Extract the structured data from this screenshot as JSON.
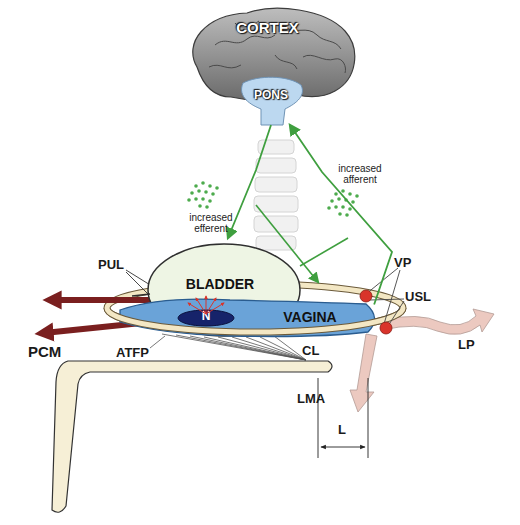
{
  "diagram": {
    "nodes": [
      {
        "text": [
          "CORTEX"
        ]
      },
      {
        "text": [
          "PONS"
        ],
        "in": 0
      },
      {
        "text": [
          "BLADDER"
        ]
      },
      {
        "text": [
          "N"
        ],
        "in": 2
      },
      {
        "text": [
          "VAGINA"
        ]
      }
    ],
    "edges": [
      {
        "from": 1,
        "to": 2,
        "arrow": "to",
        "label": "increased efferent"
      },
      {
        "from": 4,
        "to": 1,
        "arrow": "to",
        "label": "increased afferent"
      }
    ],
    "labels": [
      "PUL",
      "PCM",
      "ATFP",
      "CL",
      "VP",
      "USL",
      "LP",
      "LMA",
      "L"
    ]
  }
}
